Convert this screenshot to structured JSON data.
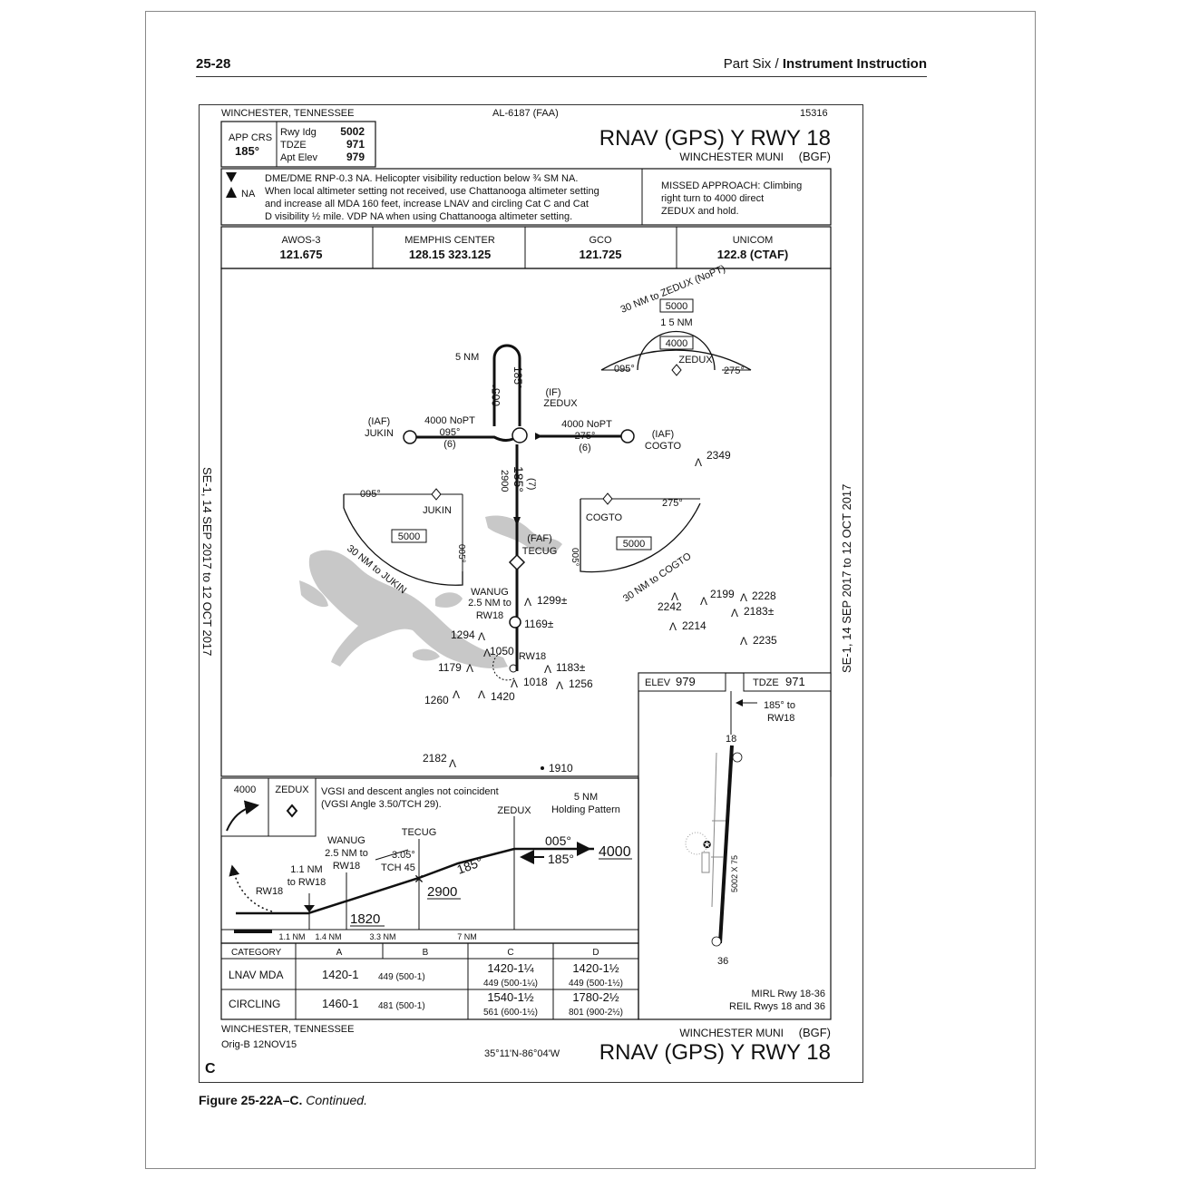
{
  "page": {
    "number": "25-28",
    "part": "Part Six /",
    "section": "Instrument Instruction",
    "figure_label": "Figure 25-22A–C.",
    "figure_note": "Continued."
  },
  "chart": {
    "location": "WINCHESTER, TENNESSEE",
    "chart_id": "AL-6187 (FAA)",
    "proc_num": "15316",
    "title": "RNAV (GPS) Y RWY 18",
    "airport": "WINCHESTER MUNI",
    "airport_id": "(BGF)",
    "app_crs_label": "APP CRS",
    "app_crs": "185°",
    "rwy_ldg_label": "Rwy Idg",
    "rwy_ldg": "5002",
    "tdze_label": "TDZE",
    "tdze": "971",
    "apt_elev_label": "Apt Elev",
    "apt_elev": "979",
    "notes_na": "NA",
    "notes_lines": [
      "DME/DME RNP-0.3 NA.  Helicopter visibility reduction below ¾ SM NA.",
      "When local altimeter setting not received, use Chattanooga altimeter setting",
      "and increase all MDA 160 feet, increase LNAV and circling Cat C and Cat",
      "D visibility ½ mile. VDP NA when using Chattanooga altimeter setting."
    ],
    "missed_lines": [
      "MISSED APPROACH: Climbing",
      "right turn to 4000 direct",
      "ZEDUX and hold."
    ],
    "comms": [
      {
        "name": "AWOS-3",
        "freq": "121.675"
      },
      {
        "name": "MEMPHIS CENTER",
        "freq": "128.15   323.125"
      },
      {
        "name": "GCO",
        "freq": "121.725"
      },
      {
        "name": "UNICOM",
        "freq": "122.8 (CTAF)"
      }
    ],
    "side_left": "SE-1,  14 SEP 2017  to  12 OCT 2017",
    "side_right": "SE-1,  14 SEP 2017  to  12 OCT 2017",
    "plan": {
      "taa_top_label": "30 NM to ZEDUX (NoPT)",
      "taa_top_alt_outer": "5000",
      "taa_top_15nm": "1 5 NM",
      "taa_top_alt_inner": "4000",
      "taa_top_fix": "ZEDUX",
      "taa_top_left_crs": "095°",
      "taa_top_right_crs": "275°",
      "hold_5nm": "5 NM",
      "hold_out": "005°",
      "hold_in": "185°",
      "if_label": "(IF)",
      "if_fix": "ZEDUX",
      "jukin_iaf": "(IAF)",
      "jukin": "JUKIN",
      "jukin_alt": "4000 NoPT",
      "jukin_crs": "095°",
      "jukin_dist": "(6)",
      "cogto_iaf": "(IAF)",
      "cogto": "COGTO",
      "cogto_alt": "4000 NoPT",
      "cogto_crs": "275°",
      "cogto_dist": "(6)",
      "final_alt": "2900",
      "final_crs": "185°",
      "final_dist": "(7)",
      "faf_label": "(FAF)",
      "faf_fix": "TECUG",
      "wanug": "WANUG",
      "wanug_dist": "2.5 NM to",
      "wanug_rw": "RW18",
      "rw18": "RW18",
      "left_taa_crs": "095°",
      "left_taa_fix": "JUKIN",
      "left_taa_alt": "5000",
      "left_taa_crs2": "005°",
      "left_taa_label": "30 NM to JUKIN",
      "right_taa_crs": "275°",
      "right_taa_fix": "COGTO",
      "right_taa_alt": "5000",
      "right_taa_crs2": "005°",
      "right_taa_label": "30 NM to COGTO",
      "obstacles": [
        "2349",
        "1299±",
        "1169±",
        "1294",
        "1050",
        "1179",
        "1183±",
        "1018",
        "1256",
        "1260",
        "1420",
        "2242",
        "2199",
        "2228",
        "2183±",
        "2214",
        "2235",
        "2182",
        "1910"
      ]
    },
    "airport_sketch": {
      "elev_label": "ELEV",
      "elev": "979",
      "tdze_label": "TDZE",
      "tdze": "971",
      "crs_note": "185° to",
      "crs_note2": "RW18",
      "rwy_top": "18",
      "rwy_bottom": "36",
      "rwy_dims": "5002 X 75",
      "light1": "MIRL Rwy 18-36",
      "light2": "REIL Rwys 18 and 36"
    },
    "profile": {
      "alt_box": "4000",
      "fix_box": "ZEDUX",
      "vgsi_note1": "VGSI and descent angles not coincident",
      "vgsi_note2": "(VGSI Angle 3.50/TCH 29).",
      "zedux": "ZEDUX",
      "hold1": "5 NM",
      "hold2": "Holding Pattern",
      "hold_out": "005°",
      "hold_in": "185°",
      "hold_alt": "4000",
      "tecug": "TECUG",
      "wanug": "WANUG",
      "wanug_d": "2.5 NM to",
      "wanug_rw": "RW18",
      "glide": "3.05°",
      "tch": "TCH 45",
      "crs": "185°",
      "alt_2900": "2900",
      "alt_1820": "1820",
      "nm11": "1.1 NM",
      "nm11_to": "to RW18",
      "rw18": "RW18",
      "dist": [
        "1.1 NM",
        "1.4 NM",
        "3.3 NM",
        "7 NM"
      ]
    },
    "minima": {
      "headers": [
        "CATEGORY",
        "A",
        "B",
        "C",
        "D"
      ],
      "rows": [
        {
          "name": "LNAV  MDA",
          "a": "1420-1",
          "b": "449 (500-1)",
          "c1": "1420-1¼",
          "c2": "449 (500-1¼)",
          "d1": "1420-1½",
          "d2": "449 (500-1½)"
        },
        {
          "name": "CIRCLING",
          "a": "1460-1",
          "b": "481 (500-1)",
          "c1": "1540-1½",
          "c2": "561 (600-1½)",
          "d1": "1780-2½",
          "d2": "801 (900-2½)"
        }
      ]
    },
    "footer_location": "WINCHESTER, TENNESSEE",
    "footer_orig": "Orig-B  12NOV15",
    "footer_coords": "35°11'N-86°04'W",
    "footer_airport": "WINCHESTER MUNI",
    "footer_airport_id": "(BGF)",
    "footer_title": "RNAV (GPS) Y RWY 18",
    "panel_letter": "C"
  }
}
